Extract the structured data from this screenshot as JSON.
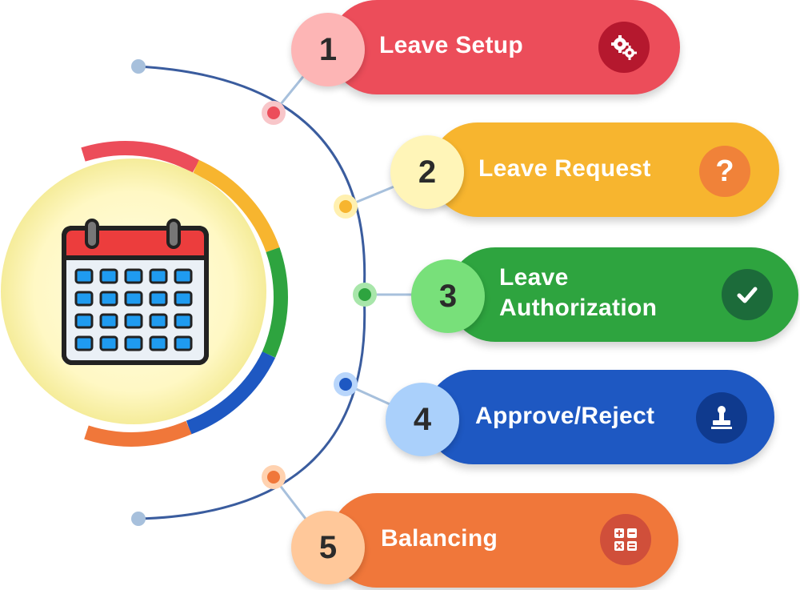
{
  "steps": [
    {
      "number": "1",
      "label": "Leave Setup",
      "icon": "gears-icon",
      "color": "#ec4d5a",
      "badge_color": "#fdb5b5",
      "icon_bg": "#b5182e"
    },
    {
      "number": "2",
      "label": "Leave Request",
      "icon": "question-icon",
      "color": "#f7b52f",
      "badge_color": "#fff5b8",
      "icon_bg": "#f08239"
    },
    {
      "number": "3",
      "label": "Leave\nAuthorization",
      "icon": "checkmark-icon",
      "color": "#2ea43f",
      "badge_color": "#78e07a",
      "icon_bg": "#1c6b3a"
    },
    {
      "number": "4",
      "label": "Approve/Reject",
      "icon": "stamp-icon",
      "color": "#1e58c2",
      "badge_color": "#aad0fb",
      "icon_bg": "#0f3a8e"
    },
    {
      "number": "5",
      "label": "Balancing",
      "icon": "calculator-icon",
      "color": "#f0773a",
      "badge_color": "#ffc89a",
      "icon_bg": "#d04f3a"
    }
  ],
  "center_icon": "calendar-icon",
  "colors": {
    "curve": "#3a5c9e",
    "endpoint": "#a7c0dc"
  }
}
